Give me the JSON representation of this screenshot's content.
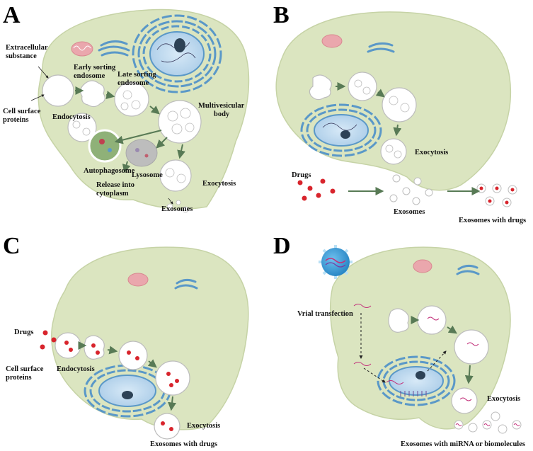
{
  "panels": {
    "a": {
      "letter": "A",
      "labels": {
        "extracellular_substance": [
          "Extracellular",
          "substance"
        ],
        "early_sorting_endosome": [
          "Early sorting",
          "endosome"
        ],
        "late_sorting_endosome": [
          "Late sorting",
          "endosome"
        ],
        "multivesicular_body": [
          "Multivesicular",
          "body"
        ],
        "cell_surface_proteins": [
          "Cell surface",
          "proteins"
        ],
        "endocytosis": "Endocytosis",
        "autophagosome": "Autophagosome",
        "lysosome": "Lysosome",
        "release_into_cytoplasm": [
          "Release into",
          "cytoplasm"
        ],
        "exocytosis": "Exocytosis",
        "exosomes": "Exosomes"
      }
    },
    "b": {
      "letter": "B",
      "labels": {
        "drugs": "Drugs",
        "exocytosis": "Exocytosis",
        "exosomes": "Exosomes",
        "exosomes_with_drugs": "Exosomes with drugs"
      }
    },
    "c": {
      "letter": "C",
      "labels": {
        "drugs": "Drugs",
        "cell_surface_proteins": [
          "Cell surface",
          "proteins"
        ],
        "endocytosis": "Endocytosis",
        "exocytosis": "Exocytosis",
        "exosomes_with_drugs": "Exosomes with drugs"
      }
    },
    "d": {
      "letter": "D",
      "labels": {
        "viral_transfection": "Vrial transfection",
        "exocytosis": "Exocytosis",
        "exosomes_with_mirna": "Exosomes with miRNA or biomolecules"
      }
    }
  },
  "colors": {
    "cell_fill": "#dbe5c0",
    "cell_stroke": "#c6d3a6",
    "organelle_blue": "#5a98c8",
    "nucleus_fill": "#bfdaf0",
    "mitochondria": "#eaa7ad",
    "vesicle_stroke": "#bdbdbd",
    "drug_red": "#d8242c",
    "arrow_green": "#587a55",
    "autophagosome": "#8fb178",
    "lysosome": "#bdbdbd",
    "virus": "#3e9ed8"
  }
}
